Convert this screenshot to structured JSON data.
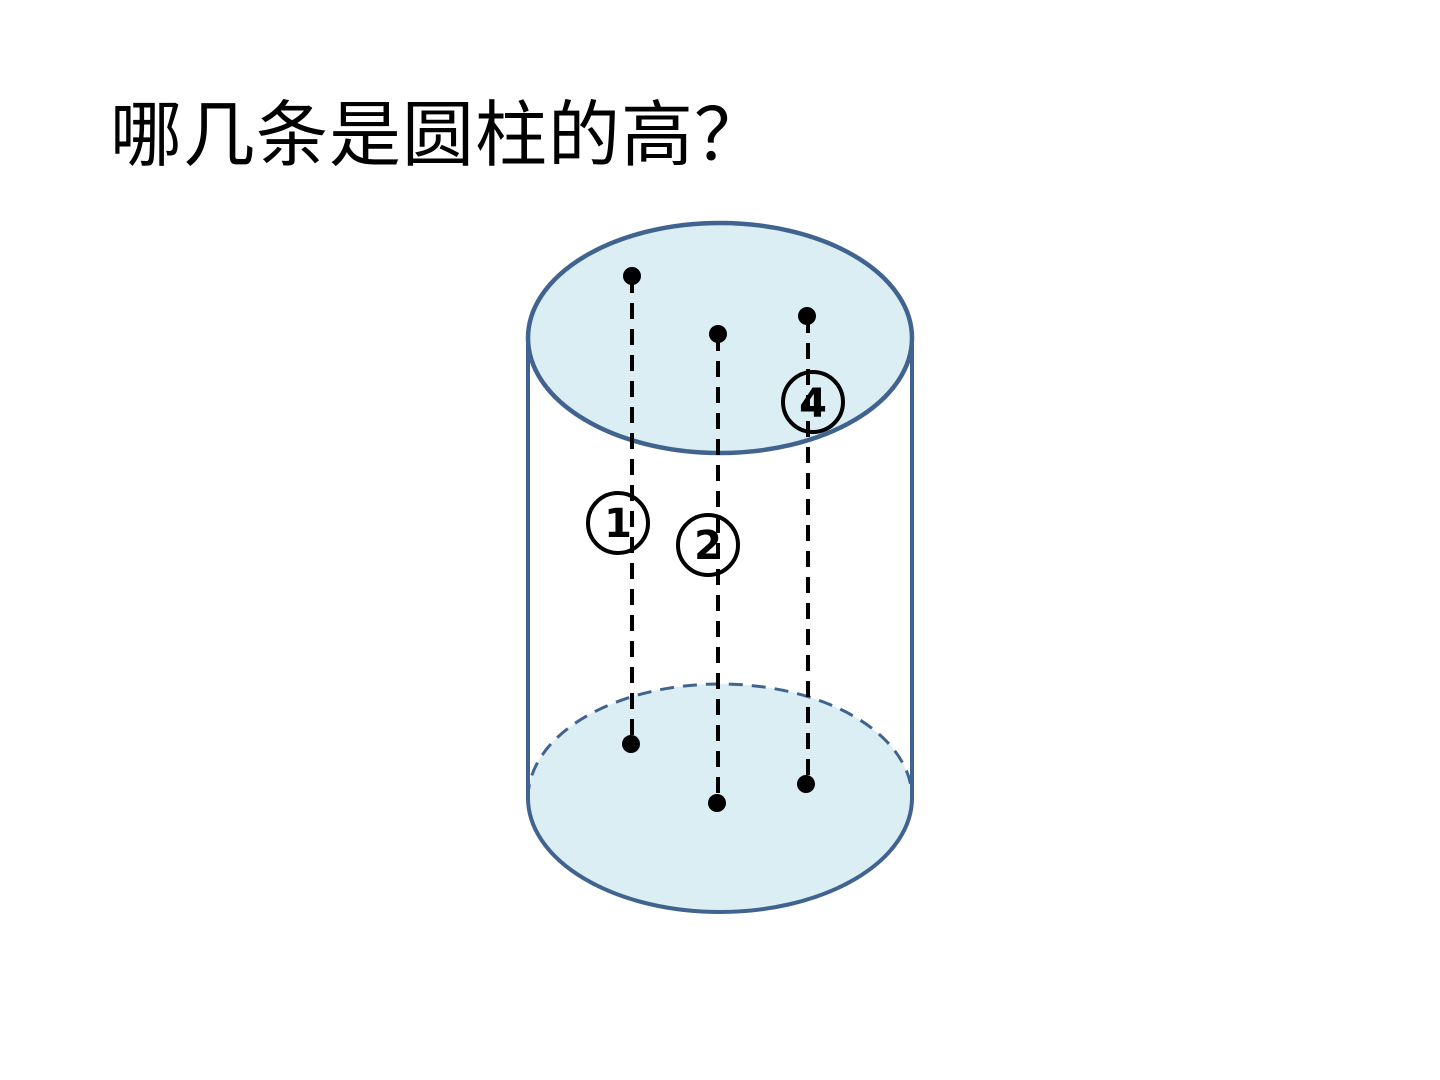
{
  "question": {
    "title": "哪几条是圆柱的高？"
  },
  "diagram": {
    "shape": "cylinder",
    "colors": {
      "fill": "#dbeef4",
      "outline": "#41638f",
      "line": "#000000",
      "background": "#ffffff"
    },
    "segments": [
      {
        "label": "1"
      },
      {
        "label": "2"
      },
      {
        "label": "4"
      }
    ]
  }
}
